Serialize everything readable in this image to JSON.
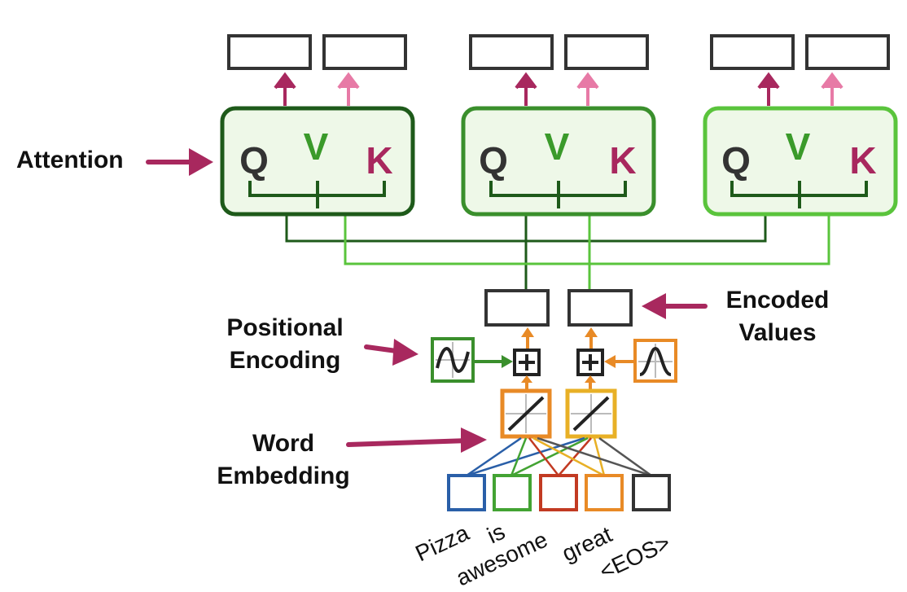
{
  "labels": {
    "attention": "Attention",
    "positional_encoding_line1": "Positional",
    "positional_encoding_line2": "Encoding",
    "word_embedding_line1": "Word",
    "word_embedding_line2": "Embedding",
    "encoded_values_line1": "Encoded",
    "encoded_values_line2": "Values"
  },
  "attention_heads": [
    {
      "q": "Q",
      "v": "V",
      "k": "K",
      "color": "#1e5a1a"
    },
    {
      "q": "Q",
      "v": "V",
      "k": "K",
      "color": "#3a8f2c"
    },
    {
      "q": "Q",
      "v": "V",
      "k": "K",
      "color": "#5ac43c"
    }
  ],
  "tokens": [
    "Pizza",
    "is",
    "awesome",
    "great",
    "<EOS>"
  ],
  "token_colors": [
    "#2a5fa8",
    "#43a333",
    "#c23a22",
    "#e88a26",
    "#333333"
  ],
  "colors": {
    "arrow_magenta": "#a8285e",
    "arrow_pink": "#e77aa6",
    "orange": "#e88a26",
    "panel_fill": "#eef8e8",
    "black": "#222222"
  }
}
